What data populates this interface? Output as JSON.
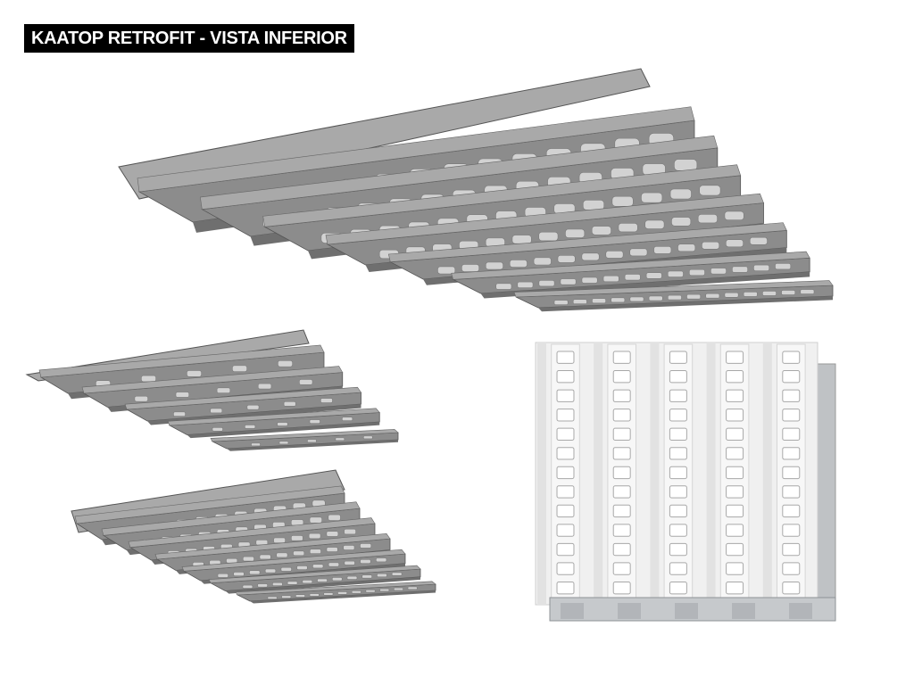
{
  "header": {
    "title": "KAATOP RETROFIT - VISTA INFERIOR"
  },
  "panels": [
    {
      "id": "sheet-large",
      "profile": "trapezoidal-ribbed",
      "view": "perspective-underside",
      "ribs": 7,
      "slots_per_rib": 14
    },
    {
      "id": "sheet-mid",
      "profile": "trapezoidal-low",
      "view": "perspective-underside",
      "ribs": 5,
      "slots_per_rib": 5
    },
    {
      "id": "sheet-small",
      "profile": "wave-ribbed",
      "view": "perspective-underside",
      "ribs": 7,
      "slots_per_rib": 11
    },
    {
      "id": "sheet-front",
      "profile": "trapezoidal-ribbed",
      "view": "front-underside",
      "columns": 5,
      "cells_per_column": 13
    }
  ],
  "colors": {
    "steel_dark": "#6f6f6f",
    "steel_mid": "#8c8c8c",
    "steel_light": "#a9a9a9",
    "slot": "#d2d2d2",
    "front_face": "#f0f0f0",
    "front_back": "#bfc2c5",
    "title_bg": "#000000",
    "title_fg": "#ffffff"
  }
}
